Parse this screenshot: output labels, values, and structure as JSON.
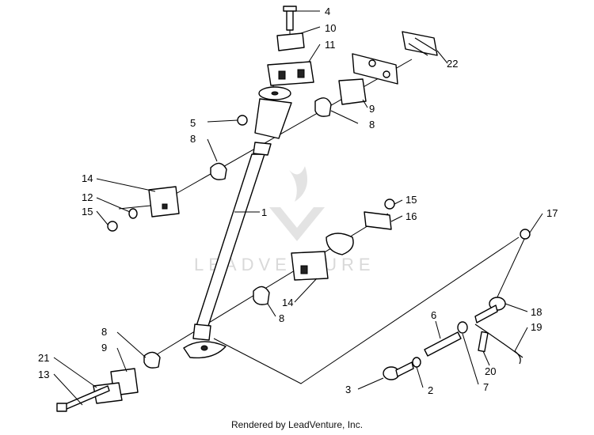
{
  "watermark": "LEADVENTURE",
  "footer": "Rendered by LeadVenture, Inc.",
  "callouts": [
    {
      "id": "c4",
      "text": "4"
    },
    {
      "id": "c10",
      "text": "10"
    },
    {
      "id": "c11",
      "text": "11"
    },
    {
      "id": "c22",
      "text": "22"
    },
    {
      "id": "c9a",
      "text": "9"
    },
    {
      "id": "c8a",
      "text": "8"
    },
    {
      "id": "c5",
      "text": "5"
    },
    {
      "id": "c8b",
      "text": "8"
    },
    {
      "id": "c14a",
      "text": "14"
    },
    {
      "id": "c12",
      "text": "12"
    },
    {
      "id": "c15a",
      "text": "15"
    },
    {
      "id": "c1",
      "text": "1"
    },
    {
      "id": "c15b",
      "text": "15"
    },
    {
      "id": "c16",
      "text": "16"
    },
    {
      "id": "c17",
      "text": "17"
    },
    {
      "id": "c14b",
      "text": "14"
    },
    {
      "id": "c8c",
      "text": "8"
    },
    {
      "id": "c18",
      "text": "18"
    },
    {
      "id": "c19",
      "text": "19"
    },
    {
      "id": "c8d",
      "text": "8"
    },
    {
      "id": "c9b",
      "text": "9"
    },
    {
      "id": "c6",
      "text": "6"
    },
    {
      "id": "c21",
      "text": "21"
    },
    {
      "id": "c13",
      "text": "13"
    },
    {
      "id": "c20",
      "text": "20"
    },
    {
      "id": "c3",
      "text": "3"
    },
    {
      "id": "c2",
      "text": "2"
    },
    {
      "id": "c7",
      "text": "7"
    }
  ]
}
